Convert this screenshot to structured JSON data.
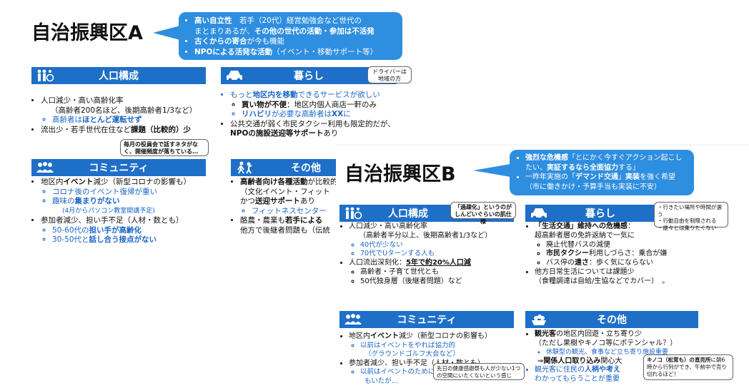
{
  "a": {
    "title": "自治振興区A",
    "callout": [
      {
        "b": "高い自立性",
        "t": "　若手（20代）経営勉強会など世代の"
      },
      {
        "b": "",
        "t": "まとまりあるが、",
        "b2": "その他の世代の活動・参加は不活発"
      },
      {
        "b": "古くからの寄合",
        "t": "が今も機能"
      },
      {
        "b": "NPOによる活発な活動",
        "t": "（イベント・移動サポート等）"
      }
    ],
    "population": {
      "title": "人口構成",
      "l1": "人口減少・高い高齢化率",
      "l1b": "（高齢者200名ほど、後期高齢者1/3など）",
      "l1c_pre": "高齢者は",
      "l1c_b": "ほとんど運転せず",
      "l2_pre": "流出少・若手世代在住など",
      "l2_b": "課題（比較的）少",
      "note": "毎月の役員会で話すネタがなく、開催頻度が落ちている…"
    },
    "life": {
      "title": "暮らし",
      "note": "ドライバーは地域の方",
      "l1_pre": "もっと",
      "l1_b": "地区内を移動",
      "l1_post": "できるサービスが欲しい",
      "s1_b": "買い物が不便",
      "s1_t": "：地区内個人商店一軒のみ",
      "s2_b": "リハビリ",
      "s2_t": "が必要な高齢者は",
      "s2_b2": "XX",
      "s2_t2": "に",
      "l2": "公共交通が弱く市民タクシー利用も限定的だが、",
      "l2b_b": "NPOの施設送迎等サポート",
      "l2b_t": "あり"
    },
    "community": {
      "title": "コミュニティ",
      "l1_pre": "地区内",
      "l1_b": "イベント",
      "l1_post": "減少（新型コロナの影響も）",
      "s1": "コロナ後のイベント復帰が重い",
      "s2_pre": "趣味の",
      "s2_b": "集まりがない",
      "s2b": "(4月からパソコン教室開講予定)",
      "l2": "参加者減少、担い手不足（人材・数とも）",
      "s3_pre": "50-60代の",
      "s3_b": "担い手が高齢化",
      "s4_pre": "30-50代と",
      "s4_b": "話し合う接点がない"
    },
    "other": {
      "title": "その他",
      "l1_b": "高齢者向け各種活動",
      "l1_t": "が比較的",
      "l1b": "（文化イベント・フィット",
      "l1c_pre": "かつ",
      "l1c_b": "送迎サポート",
      "l1c_post": "あり",
      "s1": "フィットネスセンター",
      "l2_pre": "酪農・農業も",
      "l2_b": "若手による",
      "l2b": "他方で後継者問題も（伝統"
    }
  },
  "b": {
    "title": "自治振興区B",
    "callout": [
      {
        "b": "強烈な危機感",
        "t": "「とにかく今すぐアクション起こしたい、",
        "b2": "実証するなら全面協力",
        "t2": "する」"
      },
      {
        "b": "",
        "t": "一昨年実施の「",
        "b2": "デマンド交通",
        "t2": "」",
        "b3": "実装",
        "t3": "を強く希望（市に働きかけ・予算手当も実装に不安）"
      }
    ],
    "population": {
      "title": "人口構成",
      "note": "「過疎化」というのがしんどいぐらいの肌仕様",
      "l1": "人口減少・高い高齢化率",
      "l1b": "（高齢者半分以上、後期高齢者1/3など）",
      "s1": "40代が少ない",
      "s2": "70代でUターンする人も",
      "l2_pre": "人口流出深刻化：",
      "l2_b": "5年で約20%人口減",
      "s3": "高齢者・子育て世代とも",
      "s4": "50代独身層（後継者問題）など"
    },
    "life": {
      "title": "暮らし",
      "note": "・行きたい場所や時間が選う\n・行動自由を制限される\n・誰々とは乗りたくない",
      "l1_b": "「生活交通」維持への危機感",
      "l1_t": "：",
      "l1b": "超高齢者層の免許返納で一気に",
      "s1": "廃止代替バスの減便",
      "s2_b": "市民タクシー",
      "s2_t": "利用しづらさ：乗合が嫌",
      "s3_pre": "バス停の",
      "s3_b": "遠さ",
      "s3_t": "：歩く気にならない",
      "l2": "他方日常生活については課題少",
      "l2b": "（食糧調達は自給/生協などでカバー）　。"
    },
    "community": {
      "title": "コミュニティ",
      "l1_pre": "地区内",
      "l1_b": "イベント",
      "l1_post": "減少（新型コロナの影響も）",
      "s1": "以前はイベントをやれば協力的",
      "s1b": "（グラウンドゴルフ大会など）",
      "l2": "参加者減少、担い手不足（人材・数とも）",
      "s2": "以前はイベントのために帰ってきてくれる人",
      "s2b": "もいたが…",
      "note": "先日の健康感謝祭も人が少ない1つの空間にいたくないという感じ"
    },
    "other": {
      "title": "その他",
      "l1_b": "観光客",
      "l1_t": "の地区内回遊・立ち寄り少",
      "l1b": "（ただし果樹やキノコ等にポテンシャル？）",
      "s1": "休験型の観光、食事など立ち寄り施設重要",
      "s2_pre": "⇒",
      "s2_b": "関係人口取り込み",
      "s2_t": "関心大",
      "l2_pre": "観光客に住民の",
      "l2_b": "人柄や考え",
      "l2b": "わかってもらうことが重要",
      "note_b": "キノコ（松茸も）の直売所",
      "note_t": "に朝6時から行列ができ、午前中で売り切れるほど！"
    }
  },
  "colors": {
    "accent": "#1e6fc8",
    "callout": "#2e8ee0",
    "text_blue": "#1a64c8"
  },
  "icons": [
    "people-icon",
    "car-icon",
    "community-icon",
    "activity-icon",
    "harvest-icon"
  ]
}
